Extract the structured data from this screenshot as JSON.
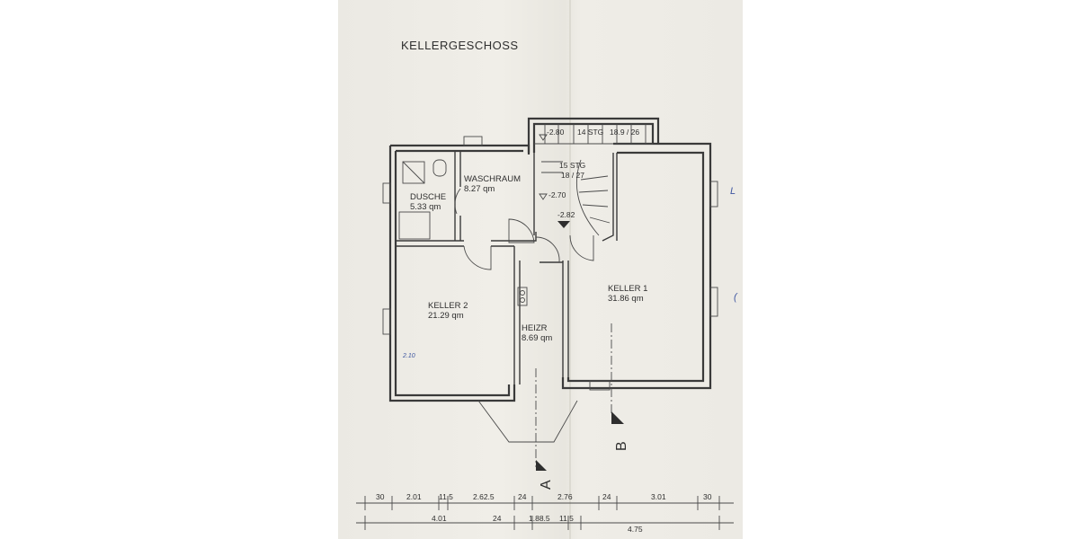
{
  "title": "KELLERGESCHOSS",
  "rooms": {
    "dusche": {
      "name": "DUSCHE",
      "area": "5.33 qm"
    },
    "waschraum": {
      "name": "WASCHRAUM",
      "area": "8.27 qm"
    },
    "keller2": {
      "name": "KELLER 2",
      "area": "21.29 qm"
    },
    "heizr": {
      "name": "HEIZR",
      "area": "8.69 qm"
    },
    "keller1": {
      "name": "KELLER 1",
      "area": "31.86 qm"
    }
  },
  "stairs": {
    "outer": {
      "level": "-2.80",
      "label": "14 STG",
      "ratio": "18.9 / 26"
    },
    "inner": {
      "label": "15 STG",
      "ratio": "18 / 27"
    },
    "landing_level": "-2.70",
    "floor_level": "-2.82"
  },
  "sections": {
    "a": "A",
    "b": "B"
  },
  "dimensions": {
    "row1": [
      "30",
      "2.01",
      "11.5",
      "2.62.5",
      "24",
      "2.76",
      "24",
      "3.01",
      "30"
    ],
    "row2": [
      "4.01",
      "24",
      "1.88.5",
      "11.5",
      "4.75"
    ]
  },
  "handwritten": {
    "note": "2.10"
  }
}
